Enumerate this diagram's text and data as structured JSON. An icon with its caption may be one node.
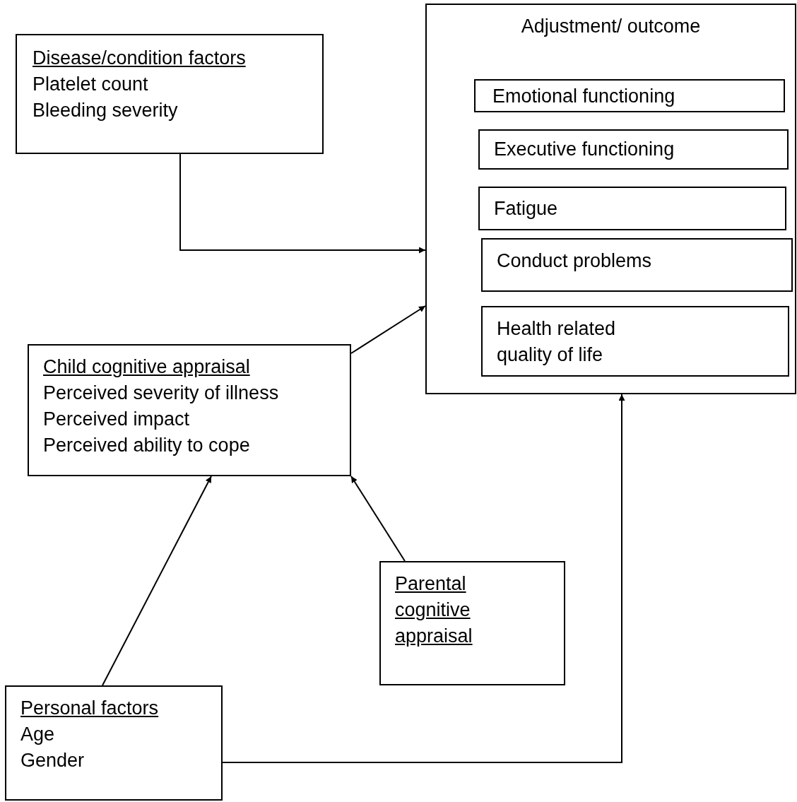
{
  "diagram": {
    "nodes": [
      {
        "text": [
          "Disease/condition factors",
          "Platelet count",
          "Bleeding severity"
        ]
      },
      {
        "text": [
          "Adjustment/ outcome"
        ]
      },
      {
        "text": [
          "Emotional functioning"
        ],
        "in": 1
      },
      {
        "text": [
          "Executive functioning"
        ],
        "in": 1
      },
      {
        "text": [
          "Fatigue"
        ],
        "in": 1
      },
      {
        "text": [
          "Conduct problems"
        ],
        "in": 1
      },
      {
        "text": [
          "Health related quality of life"
        ],
        "in": 1
      },
      {
        "text": [
          "Child cognitive appraisal",
          "Perceived severity of illness",
          "Perceived impact",
          "Perceived ability to cope"
        ]
      },
      {
        "text": [
          "Parental cognitive appraisal"
        ]
      },
      {
        "text": [
          "Personal factors",
          "Age",
          "Gender"
        ]
      }
    ],
    "edges": [
      {
        "from": 0,
        "to": 1,
        "arrow": "to"
      },
      {
        "from": 7,
        "to": 1,
        "arrow": "to"
      },
      {
        "from": 9,
        "to": 7,
        "arrow": "to"
      },
      {
        "from": 8,
        "to": 7,
        "arrow": "to"
      },
      {
        "from": 9,
        "to": 1,
        "arrow": "to"
      }
    ]
  }
}
